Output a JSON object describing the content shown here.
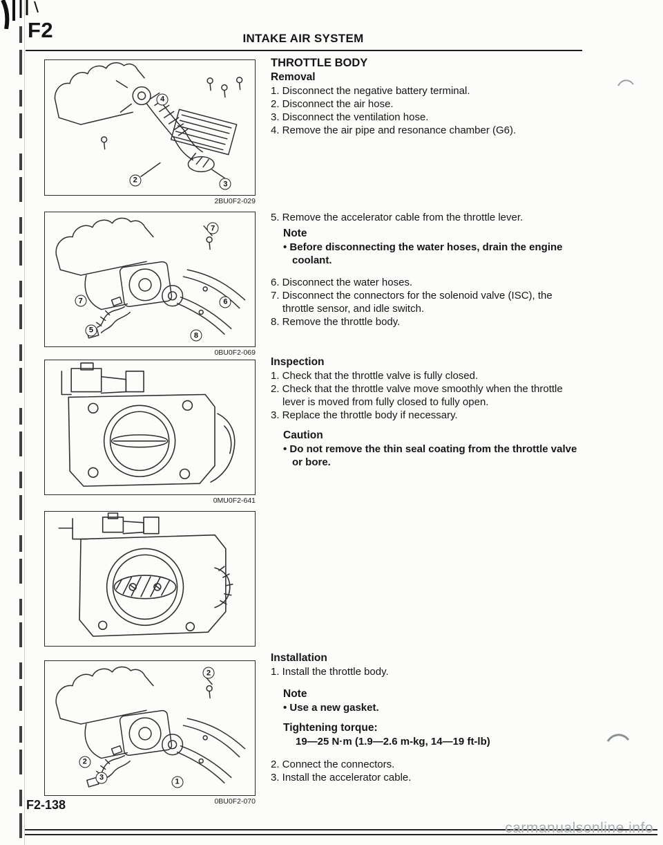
{
  "page": {
    "section_code": "F2",
    "header_title": "INTAKE AIR SYSTEM",
    "page_number": "F2-138",
    "watermark": "carmanualsonline.info"
  },
  "figures": [
    {
      "code": "2BU0F2-029",
      "callouts": [
        "4",
        "2",
        "3"
      ]
    },
    {
      "code": "0BU0F2-069",
      "callouts": [
        "7",
        "7",
        "5",
        "6",
        "8"
      ]
    },
    {
      "code": "0MU0F2-641",
      "callouts": []
    },
    {
      "code": "",
      "callouts": []
    },
    {
      "code": "0BU0F2-070",
      "callouts": [
        "2",
        "2",
        "3",
        "1"
      ]
    }
  ],
  "throttle_body": {
    "title": "THROTTLE BODY",
    "removal": {
      "heading": "Removal",
      "steps_1_4": [
        "1. Disconnect the negative battery terminal.",
        "2. Disconnect the air hose.",
        "3. Disconnect the ventilation hose.",
        "4. Remove the air pipe and resonance chamber (G6)."
      ],
      "step_5": "5. Remove the accelerator cable from the throttle lever.",
      "note": {
        "heading": "Note",
        "text": "• Before disconnecting the water hoses, drain the engine coolant."
      },
      "steps_6_8": [
        "6. Disconnect the water hoses.",
        "7. Disconnect the connectors for the solenoid valve (ISC), the throttle sensor, and idle switch.",
        "8. Remove the throttle body."
      ]
    },
    "inspection": {
      "heading": "Inspection",
      "steps": [
        "1. Check that the throttle valve is fully closed.",
        "2. Check that the throttle valve move smoothly when the throttle lever is moved from fully closed to fully open.",
        "3. Replace the throttle body if necessary."
      ],
      "caution": {
        "heading": "Caution",
        "text": "• Do not remove the thin seal coating from the throttle valve or bore."
      }
    },
    "installation": {
      "heading": "Installation",
      "step_1": "1. Install the throttle body.",
      "note": {
        "heading": "Note",
        "text": "• Use a new gasket."
      },
      "torque": {
        "label": "Tightening torque:",
        "value": "19—25 N·m (1.9—2.6 m-kg, 14—19 ft-lb)"
      },
      "steps_2_3": [
        "2. Connect the connectors.",
        "3. Install the accelerator cable."
      ]
    }
  }
}
